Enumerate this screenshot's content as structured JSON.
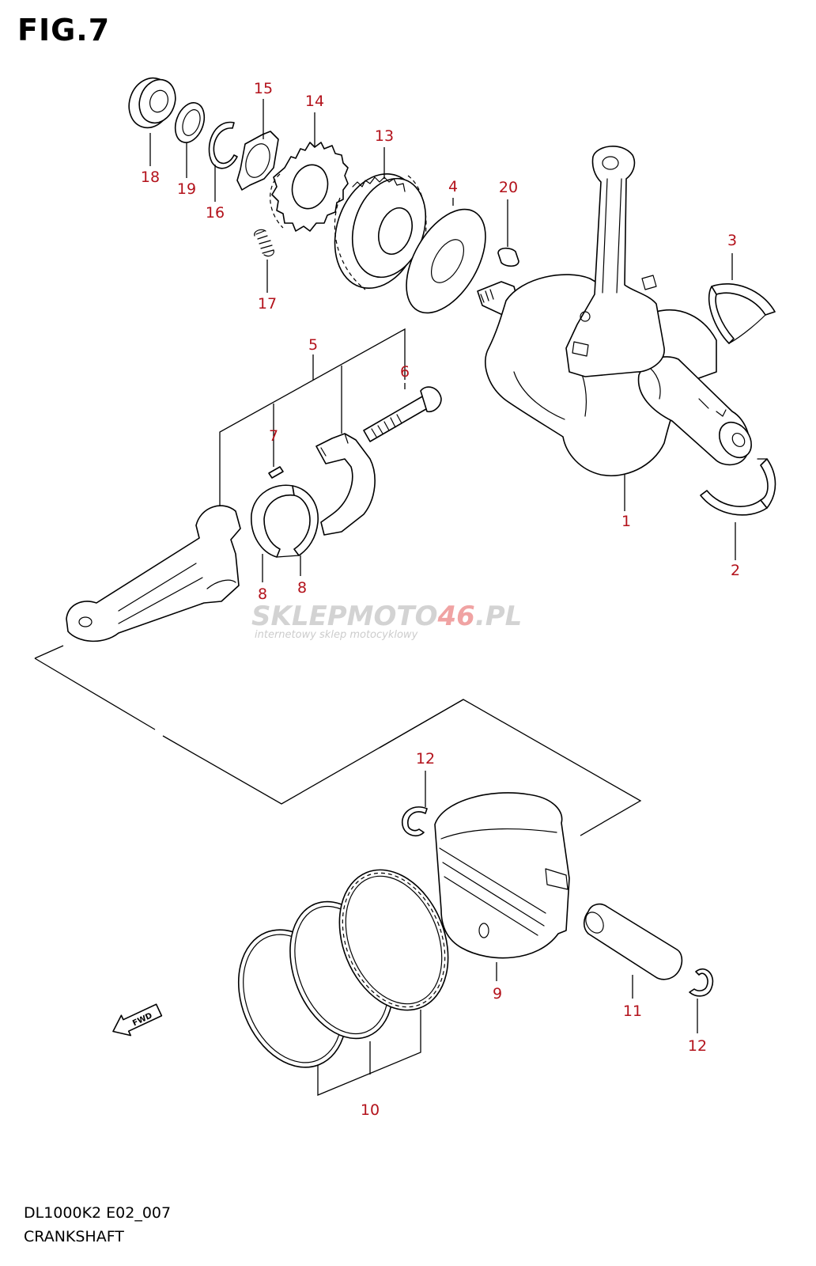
{
  "figure": {
    "title": "FIG.7"
  },
  "footer": {
    "model_code": "DL1000K2 E02_007",
    "caption": "CRANKSHAFT"
  },
  "watermark": {
    "part1": "SKLEP",
    "part2": "MOTO",
    "part3": "46",
    "part4": ".PL",
    "tagline": "internetowy sklep motocyklowy"
  },
  "fwd_label": "FWD",
  "colors": {
    "callout": "#b3121b",
    "watermark_gray": "#c7c7c7",
    "watermark_red": "#e8a0a0",
    "line": "#000000"
  },
  "callouts": [
    "1",
    "2",
    "3",
    "4",
    "5",
    "6",
    "7",
    "8",
    "8",
    "9",
    "10",
    "11",
    "12",
    "12",
    "13",
    "14",
    "15",
    "16",
    "17",
    "18",
    "19",
    "20"
  ]
}
